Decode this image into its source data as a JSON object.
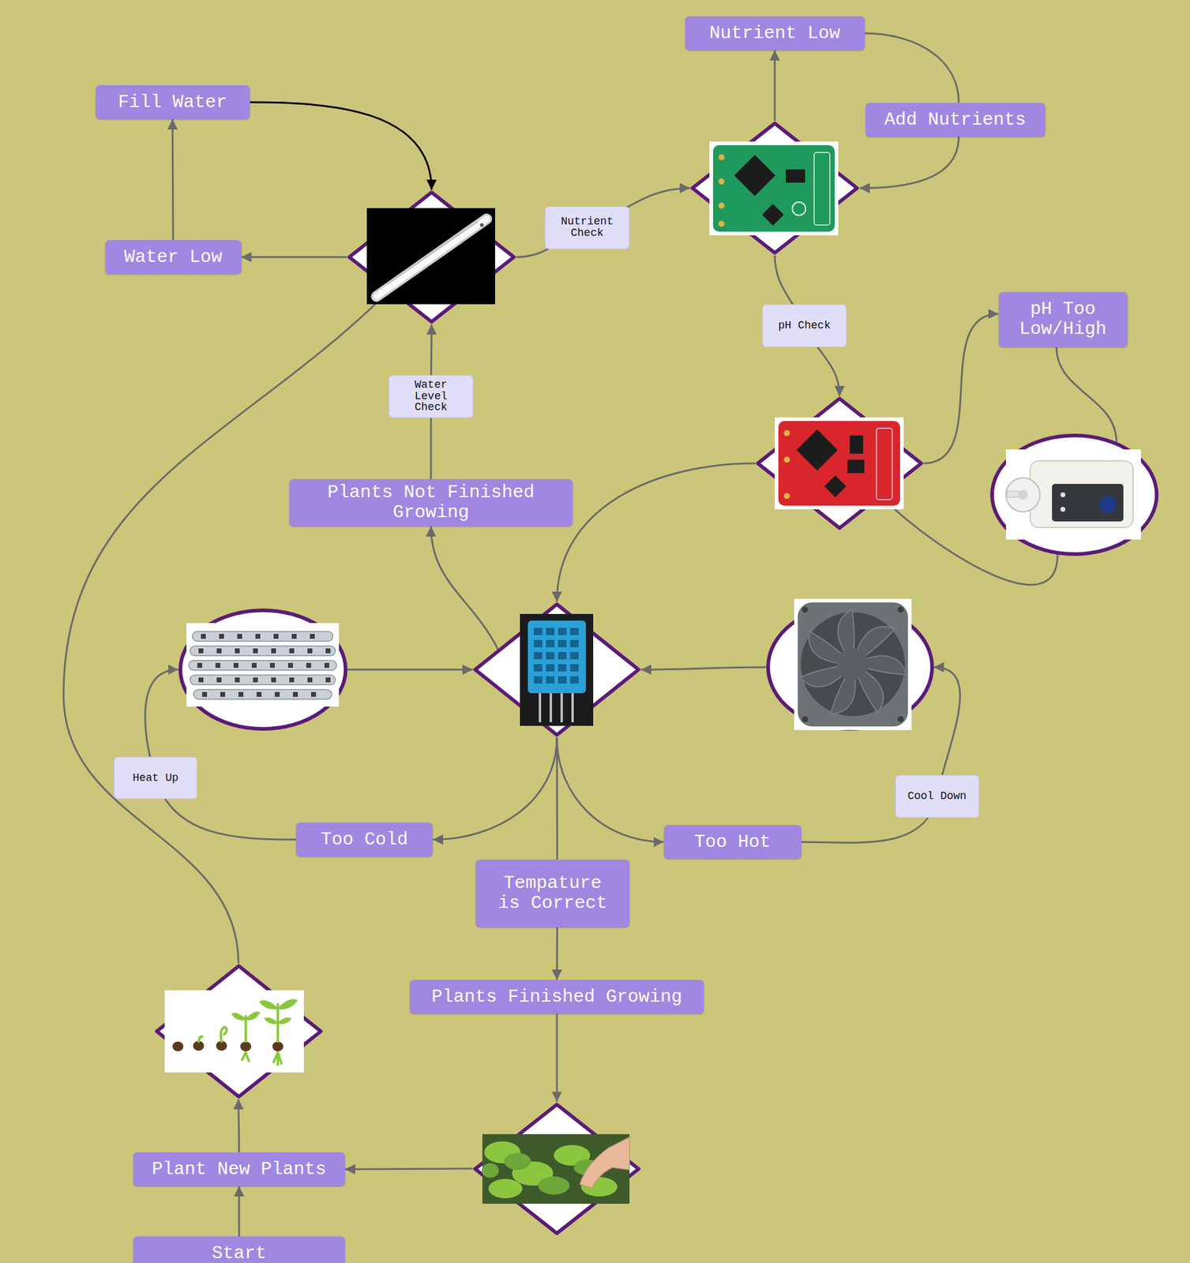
{
  "diagram": {
    "nodes": [
      {
        "text": [
          "Nutrient Low"
        ]
      },
      {
        "text": [
          "Fill Water"
        ]
      },
      {
        "text": [
          "Add Nutrients"
        ]
      },
      {
        "text": []
      },
      {
        "text": []
      },
      {
        "text": [
          "Water Low"
        ]
      },
      {
        "text": [
          "pH Too Low/High"
        ]
      },
      {
        "text": []
      },
      {
        "text": []
      },
      {
        "text": [
          "Plants Not Finished Growing"
        ]
      },
      {
        "text": []
      },
      {
        "text": []
      },
      {
        "text": []
      },
      {
        "text": [
          "Too Cold"
        ]
      },
      {
        "text": [
          "Too Hot"
        ]
      },
      {
        "text": [
          "Tempature is Correct"
        ]
      },
      {
        "text": []
      },
      {
        "text": [
          "Plants Finished Growing"
        ]
      },
      {
        "text": []
      },
      {
        "text": [
          "Plant New Plants"
        ]
      },
      {
        "text": [
          "Start"
        ]
      }
    ],
    "edges": [
      {
        "from": 4,
        "to": 5,
        "arrow": "to"
      },
      {
        "from": 5,
        "to": 1,
        "arrow": "to"
      },
      {
        "from": 1,
        "to": 4,
        "arrow": "to"
      },
      {
        "from": 4,
        "to": 3,
        "label": "Nutrient Check",
        "arrow": "to"
      },
      {
        "from": 3,
        "to": 0,
        "arrow": "to"
      },
      {
        "from": 0,
        "to": 2,
        "arrow": "none"
      },
      {
        "from": 2,
        "to": 3,
        "arrow": "to"
      },
      {
        "from": 3,
        "to": 7,
        "label": "pH Check",
        "arrow": "to"
      },
      {
        "from": 7,
        "to": 6,
        "arrow": "to"
      },
      {
        "from": 6,
        "to": 8,
        "arrow": "none"
      },
      {
        "from": 8,
        "to": 7,
        "arrow": "to"
      },
      {
        "from": 7,
        "to": 11,
        "arrow": "to"
      },
      {
        "from": 11,
        "to": 9,
        "arrow": "to"
      },
      {
        "from": 9,
        "to": 4,
        "label": "Water Level Check",
        "arrow": "to"
      },
      {
        "from": 10,
        "to": 11,
        "arrow": "to"
      },
      {
        "from": 12,
        "to": 11,
        "arrow": "to"
      },
      {
        "from": 11,
        "to": 13,
        "arrow": "to"
      },
      {
        "from": 11,
        "to": 14,
        "arrow": "to"
      },
      {
        "from": 13,
        "to": 10,
        "label": "Heat Up",
        "arrow": "to"
      },
      {
        "from": 14,
        "to": 12,
        "label": "Cool Down",
        "arrow": "to"
      },
      {
        "from": 11,
        "to": 15,
        "arrow": "none"
      },
      {
        "from": 15,
        "to": 17,
        "arrow": "to"
      },
      {
        "from": 17,
        "to": 18,
        "arrow": "to"
      },
      {
        "from": 18,
        "to": 19,
        "arrow": "to"
      },
      {
        "from": 20,
        "to": 19,
        "arrow": "to"
      },
      {
        "from": 19,
        "to": 16,
        "arrow": "to"
      },
      {
        "from": 16,
        "to": 4,
        "arrow": "to"
      }
    ]
  }
}
